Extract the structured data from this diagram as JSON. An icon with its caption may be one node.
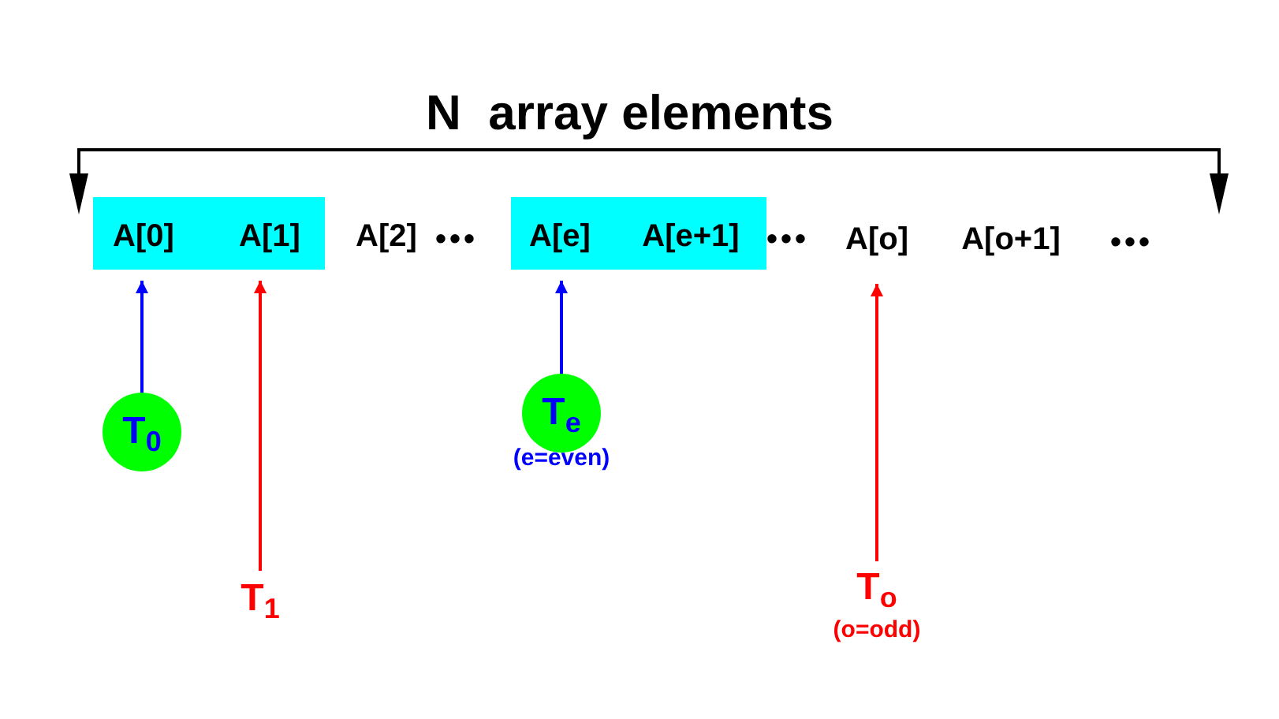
{
  "diagram": {
    "title": "N  array elements",
    "nodes": [
      {
        "text": [],
        "shape": "box"
      },
      {
        "text": [
          "A[0]"
        ],
        "in": 0
      },
      {
        "text": [
          "A[1]"
        ],
        "in": 0
      },
      {
        "text": [
          "A[2]"
        ]
      },
      {
        "text": [],
        "shape": "box"
      },
      {
        "text": [
          "A[e]"
        ],
        "in": 4
      },
      {
        "text": [
          "A[e+1]"
        ],
        "in": 4
      },
      {
        "text": [
          "A[o]"
        ]
      },
      {
        "text": [
          "A[o+1]"
        ]
      },
      {
        "text": [
          "T$_{0}$"
        ]
      },
      {
        "text": [
          "T$_{1}$"
        ]
      },
      {
        "text": [
          "T$_{e}$"
        ],
        "beside": [
          "(e=even)"
        ]
      },
      {
        "text": [
          "T$_{o}$"
        ],
        "beside": [
          "(o=odd)"
        ]
      }
    ],
    "edges": [
      {
        "from": 9,
        "to": 1,
        "arrow": "to",
        "color": "#0000ff"
      },
      {
        "from": 10,
        "to": 2,
        "arrow": "to",
        "color": "#ff0000"
      },
      {
        "from": 11,
        "to": 5,
        "arrow": "to",
        "color": "#0000ff"
      },
      {
        "from": 12,
        "to": 7,
        "arrow": "to",
        "color": "#ff0000"
      }
    ],
    "labels": [
      "•••",
      "•••",
      "•••"
    ]
  }
}
